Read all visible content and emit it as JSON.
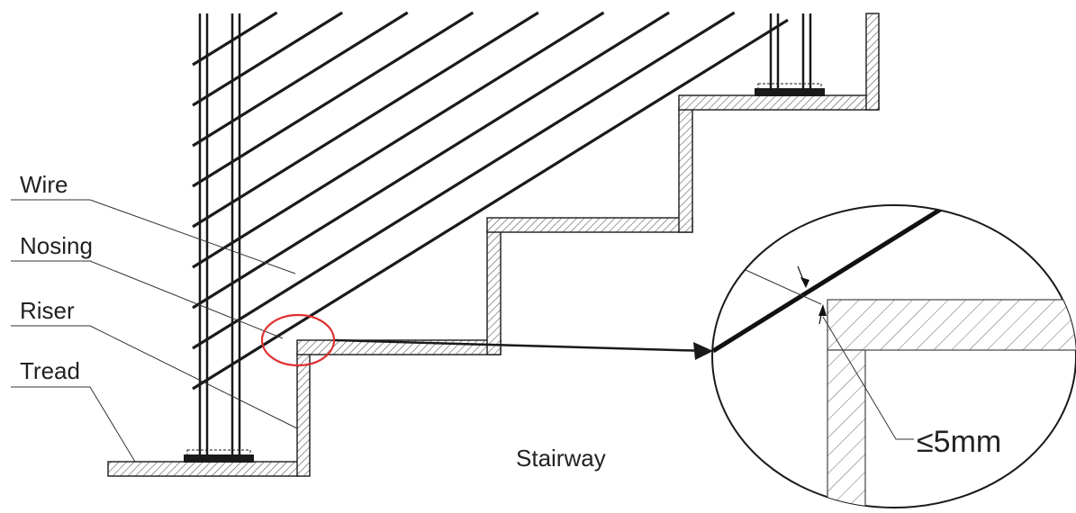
{
  "labels": {
    "wire": "Wire",
    "nosing": "Nosing",
    "riser": "Riser",
    "tread": "Tread",
    "stairway": "Stairway",
    "gap": "≤5mm"
  },
  "colors": {
    "stroke": "#1a1a1a",
    "hatch": "#555555",
    "highlight": "#e03030",
    "background": "#ffffff"
  },
  "wire_count": 9
}
